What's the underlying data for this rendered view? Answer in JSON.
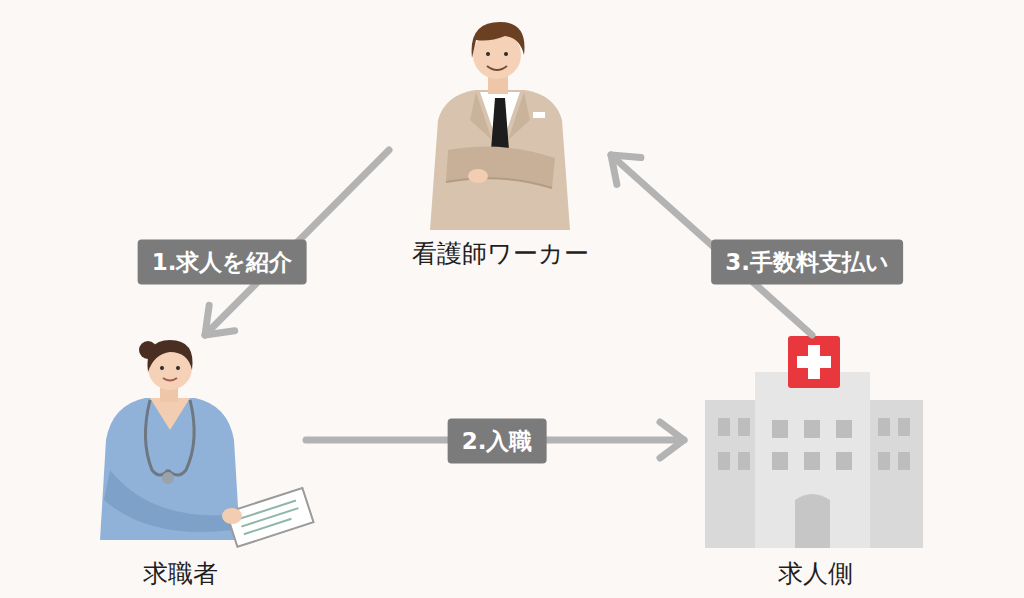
{
  "diagram": {
    "nodes": [
      {
        "text": [
          "看護師ワーカー"
        ]
      },
      {
        "text": [
          "求職者"
        ]
      },
      {
        "text": [
          "求人側"
        ]
      }
    ],
    "edges": [
      {
        "from": 0,
        "to": 1,
        "label": "1.求人を紹介",
        "arrow": "to"
      },
      {
        "from": 1,
        "to": 2,
        "label": "2.入職",
        "arrow": "to"
      },
      {
        "from": 2,
        "to": 0,
        "label": "3.手数料支払い",
        "arrow": "to"
      }
    ]
  }
}
